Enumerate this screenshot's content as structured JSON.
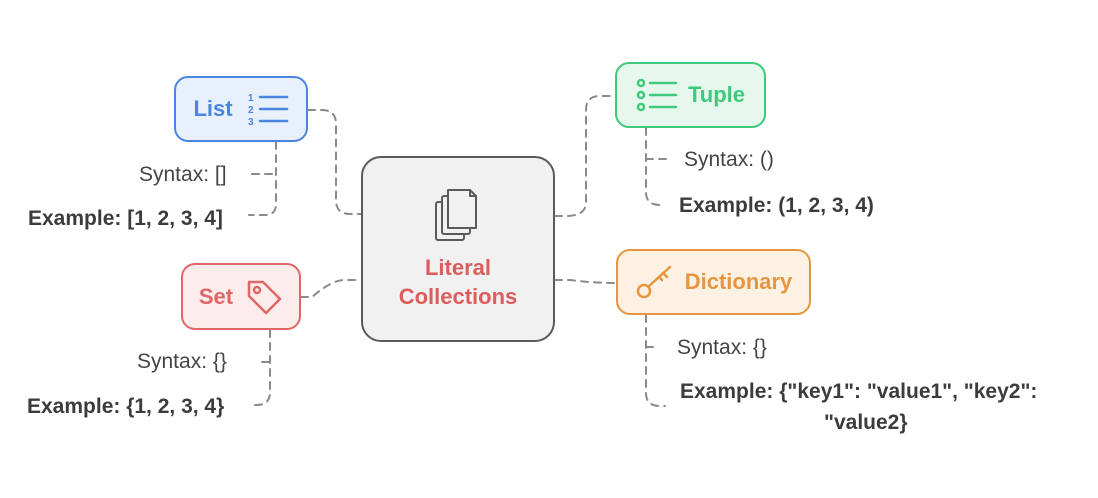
{
  "diagram": {
    "center": {
      "label_line1": "Literal",
      "label_line2": "Collections",
      "icon": "documents-stack-icon",
      "color": "#dd5c5c"
    },
    "list": {
      "label": "List",
      "icon": "numbered-list-icon",
      "color": "#4a86e0",
      "syntax": "Syntax: []",
      "example": "Example: [1, 2, 3, 4]"
    },
    "tuple": {
      "label": "Tuple",
      "icon": "bullet-list-icon",
      "color": "#3fc97b",
      "syntax": "Syntax: ()",
      "example": "Example: (1, 2, 3, 4)"
    },
    "set": {
      "label": "Set",
      "icon": "tag-icon",
      "color": "#e06767",
      "syntax": "Syntax: {}",
      "example": "Example: {1, 2, 3, 4}"
    },
    "dictionary": {
      "label": "Dictionary",
      "icon": "key-icon",
      "color": "#e6963f",
      "syntax": "Syntax: {}",
      "example_line1": "Example: {\"key1\": \"value1\", \"key2\":",
      "example_line2": "\"value2}"
    }
  }
}
